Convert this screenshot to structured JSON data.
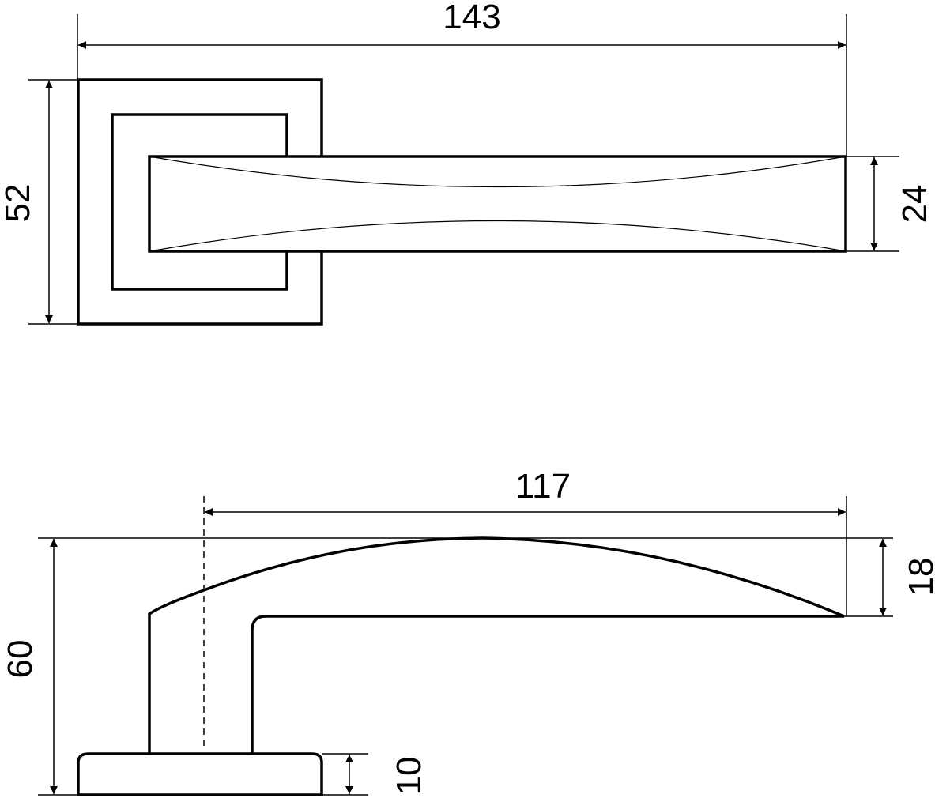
{
  "dimensions": {
    "top_width": "143",
    "top_height": "52",
    "lever_width": "24",
    "side_length": "117",
    "side_height": "60",
    "lever_thickness": "18",
    "rose_thickness": "10"
  },
  "colors": {
    "line": "#000000",
    "background": "#ffffff"
  }
}
